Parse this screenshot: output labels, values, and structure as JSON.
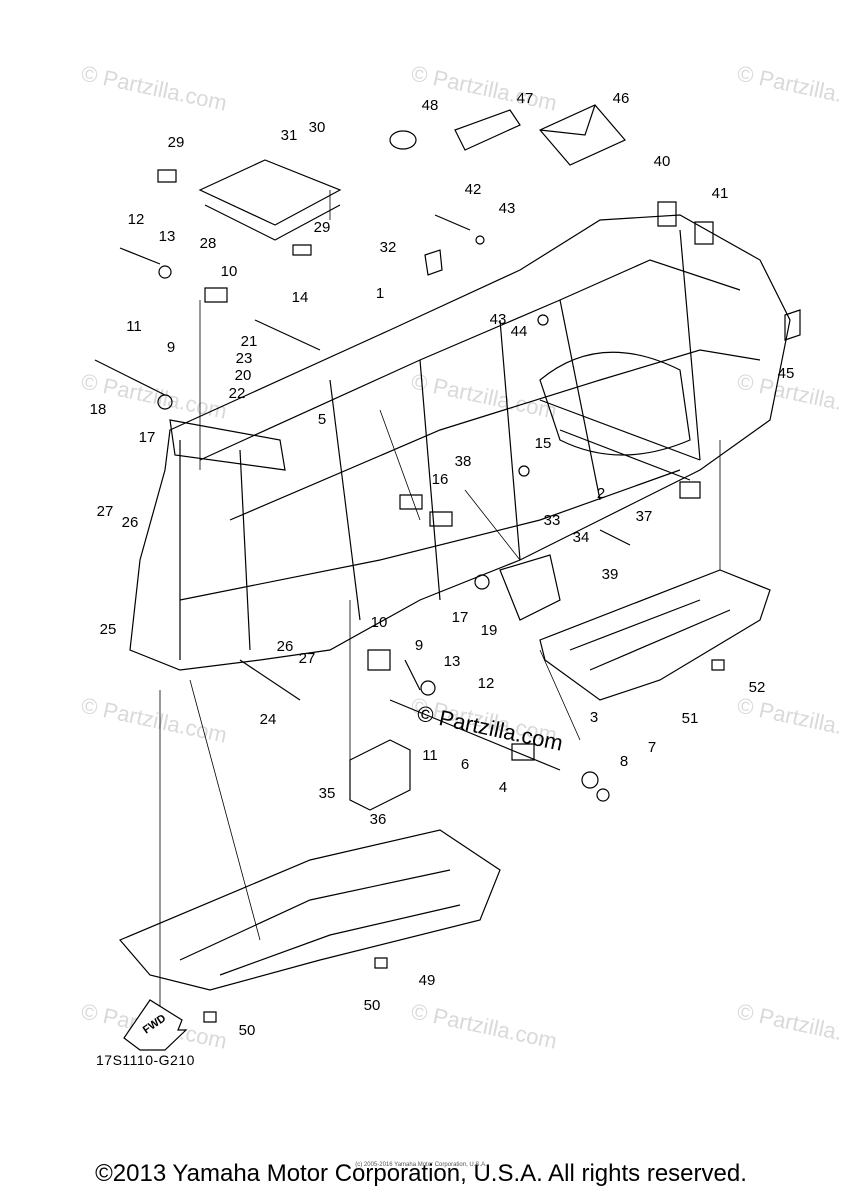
{
  "diagram": {
    "code": "17S1110-G210",
    "fwd_label": "FWD",
    "watermark": "© Partzilla.com",
    "center_watermark": "© Partzilla.com",
    "part_numbers": [
      "1",
      "2",
      "3",
      "4",
      "5",
      "6",
      "7",
      "8",
      "9",
      "9",
      "10",
      "10",
      "11",
      "11",
      "12",
      "12",
      "13",
      "13",
      "14",
      "15",
      "16",
      "17",
      "17",
      "18",
      "19",
      "20",
      "21",
      "22",
      "23",
      "24",
      "25",
      "26",
      "26",
      "27",
      "27",
      "28",
      "29",
      "29",
      "30",
      "31",
      "32",
      "33",
      "34",
      "35",
      "36",
      "37",
      "38",
      "39",
      "40",
      "41",
      "42",
      "43",
      "43",
      "44",
      "45",
      "46",
      "47",
      "48",
      "49",
      "50",
      "50",
      "51",
      "52"
    ]
  },
  "footer": {
    "small_text": "(c) 2005-2016 Yamaha Motor Corporation, U.S.A.",
    "copyright": "©2013 Yamaha Motor Corporation, U.S.A. All rights reserved."
  }
}
